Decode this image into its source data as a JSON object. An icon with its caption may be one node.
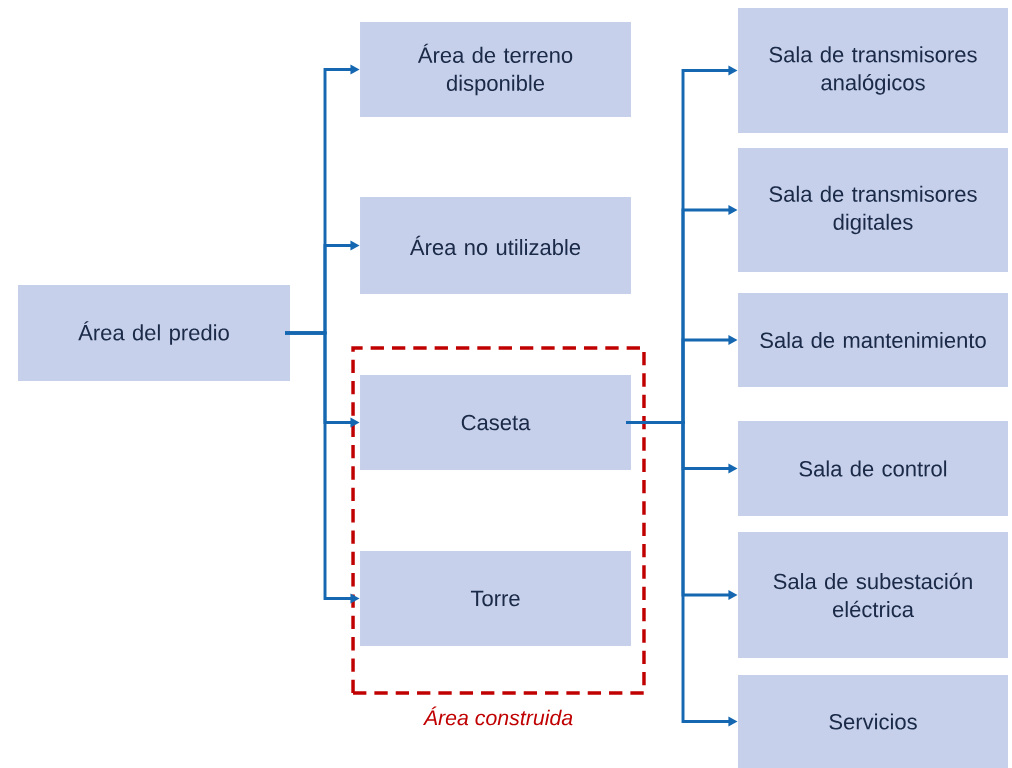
{
  "diagram": {
    "nodes": [
      {
        "text": [
          "Área del predio"
        ]
      },
      {
        "text": [
          "Área de terreno disponible"
        ]
      },
      {
        "text": [
          "Área no utilizable"
        ]
      },
      {
        "text": [
          "Área construida"
        ]
      },
      {
        "text": [
          "Caseta"
        ],
        "in": 3
      },
      {
        "text": [
          "Torre"
        ],
        "in": 3
      },
      {
        "text": [
          "Sala de transmisores analógicos"
        ]
      },
      {
        "text": [
          "Sala de transmisores digitales"
        ]
      },
      {
        "text": [
          "Sala de mantenimiento"
        ]
      },
      {
        "text": [
          "Sala de control"
        ]
      },
      {
        "text": [
          "Sala de subestación eléctrica"
        ]
      },
      {
        "text": [
          "Servicios"
        ]
      }
    ],
    "edges": [
      {
        "from": 0,
        "to": 1,
        "arrow": "to"
      },
      {
        "from": 0,
        "to": 2,
        "arrow": "to"
      },
      {
        "from": 0,
        "to": 4,
        "arrow": "to"
      },
      {
        "from": 0,
        "to": 5,
        "arrow": "to"
      },
      {
        "from": 4,
        "to": 6,
        "arrow": "to"
      },
      {
        "from": 4,
        "to": 7,
        "arrow": "to"
      },
      {
        "from": 4,
        "to": 8,
        "arrow": "to"
      },
      {
        "from": 4,
        "to": 9,
        "arrow": "to"
      },
      {
        "from": 4,
        "to": 10,
        "arrow": "to"
      },
      {
        "from": 4,
        "to": 11,
        "arrow": "to"
      }
    ]
  }
}
